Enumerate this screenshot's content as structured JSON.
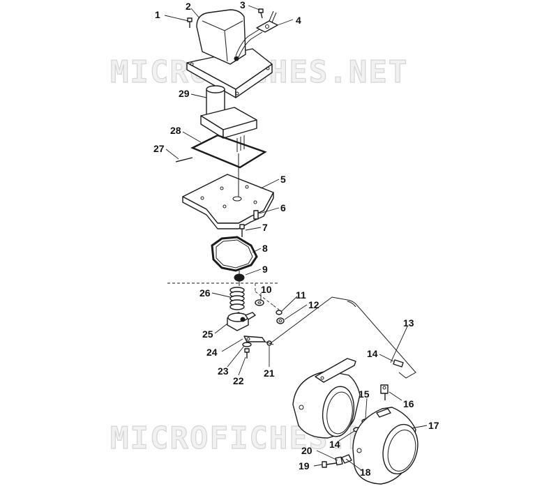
{
  "watermark": {
    "text": "MICROFICHES.NET"
  },
  "callouts": [
    "1",
    "2",
    "3",
    "4",
    "5",
    "6",
    "7",
    "8",
    "9",
    "10",
    "11",
    "12",
    "13",
    "14",
    "14",
    "15",
    "16",
    "17",
    "18",
    "19",
    "20",
    "21",
    "22",
    "23",
    "24",
    "25",
    "26",
    "27",
    "28",
    "29"
  ],
  "colors": {
    "line": "#1a1a1a",
    "background": "#ffffff",
    "watermark": "#d4d4d4"
  }
}
